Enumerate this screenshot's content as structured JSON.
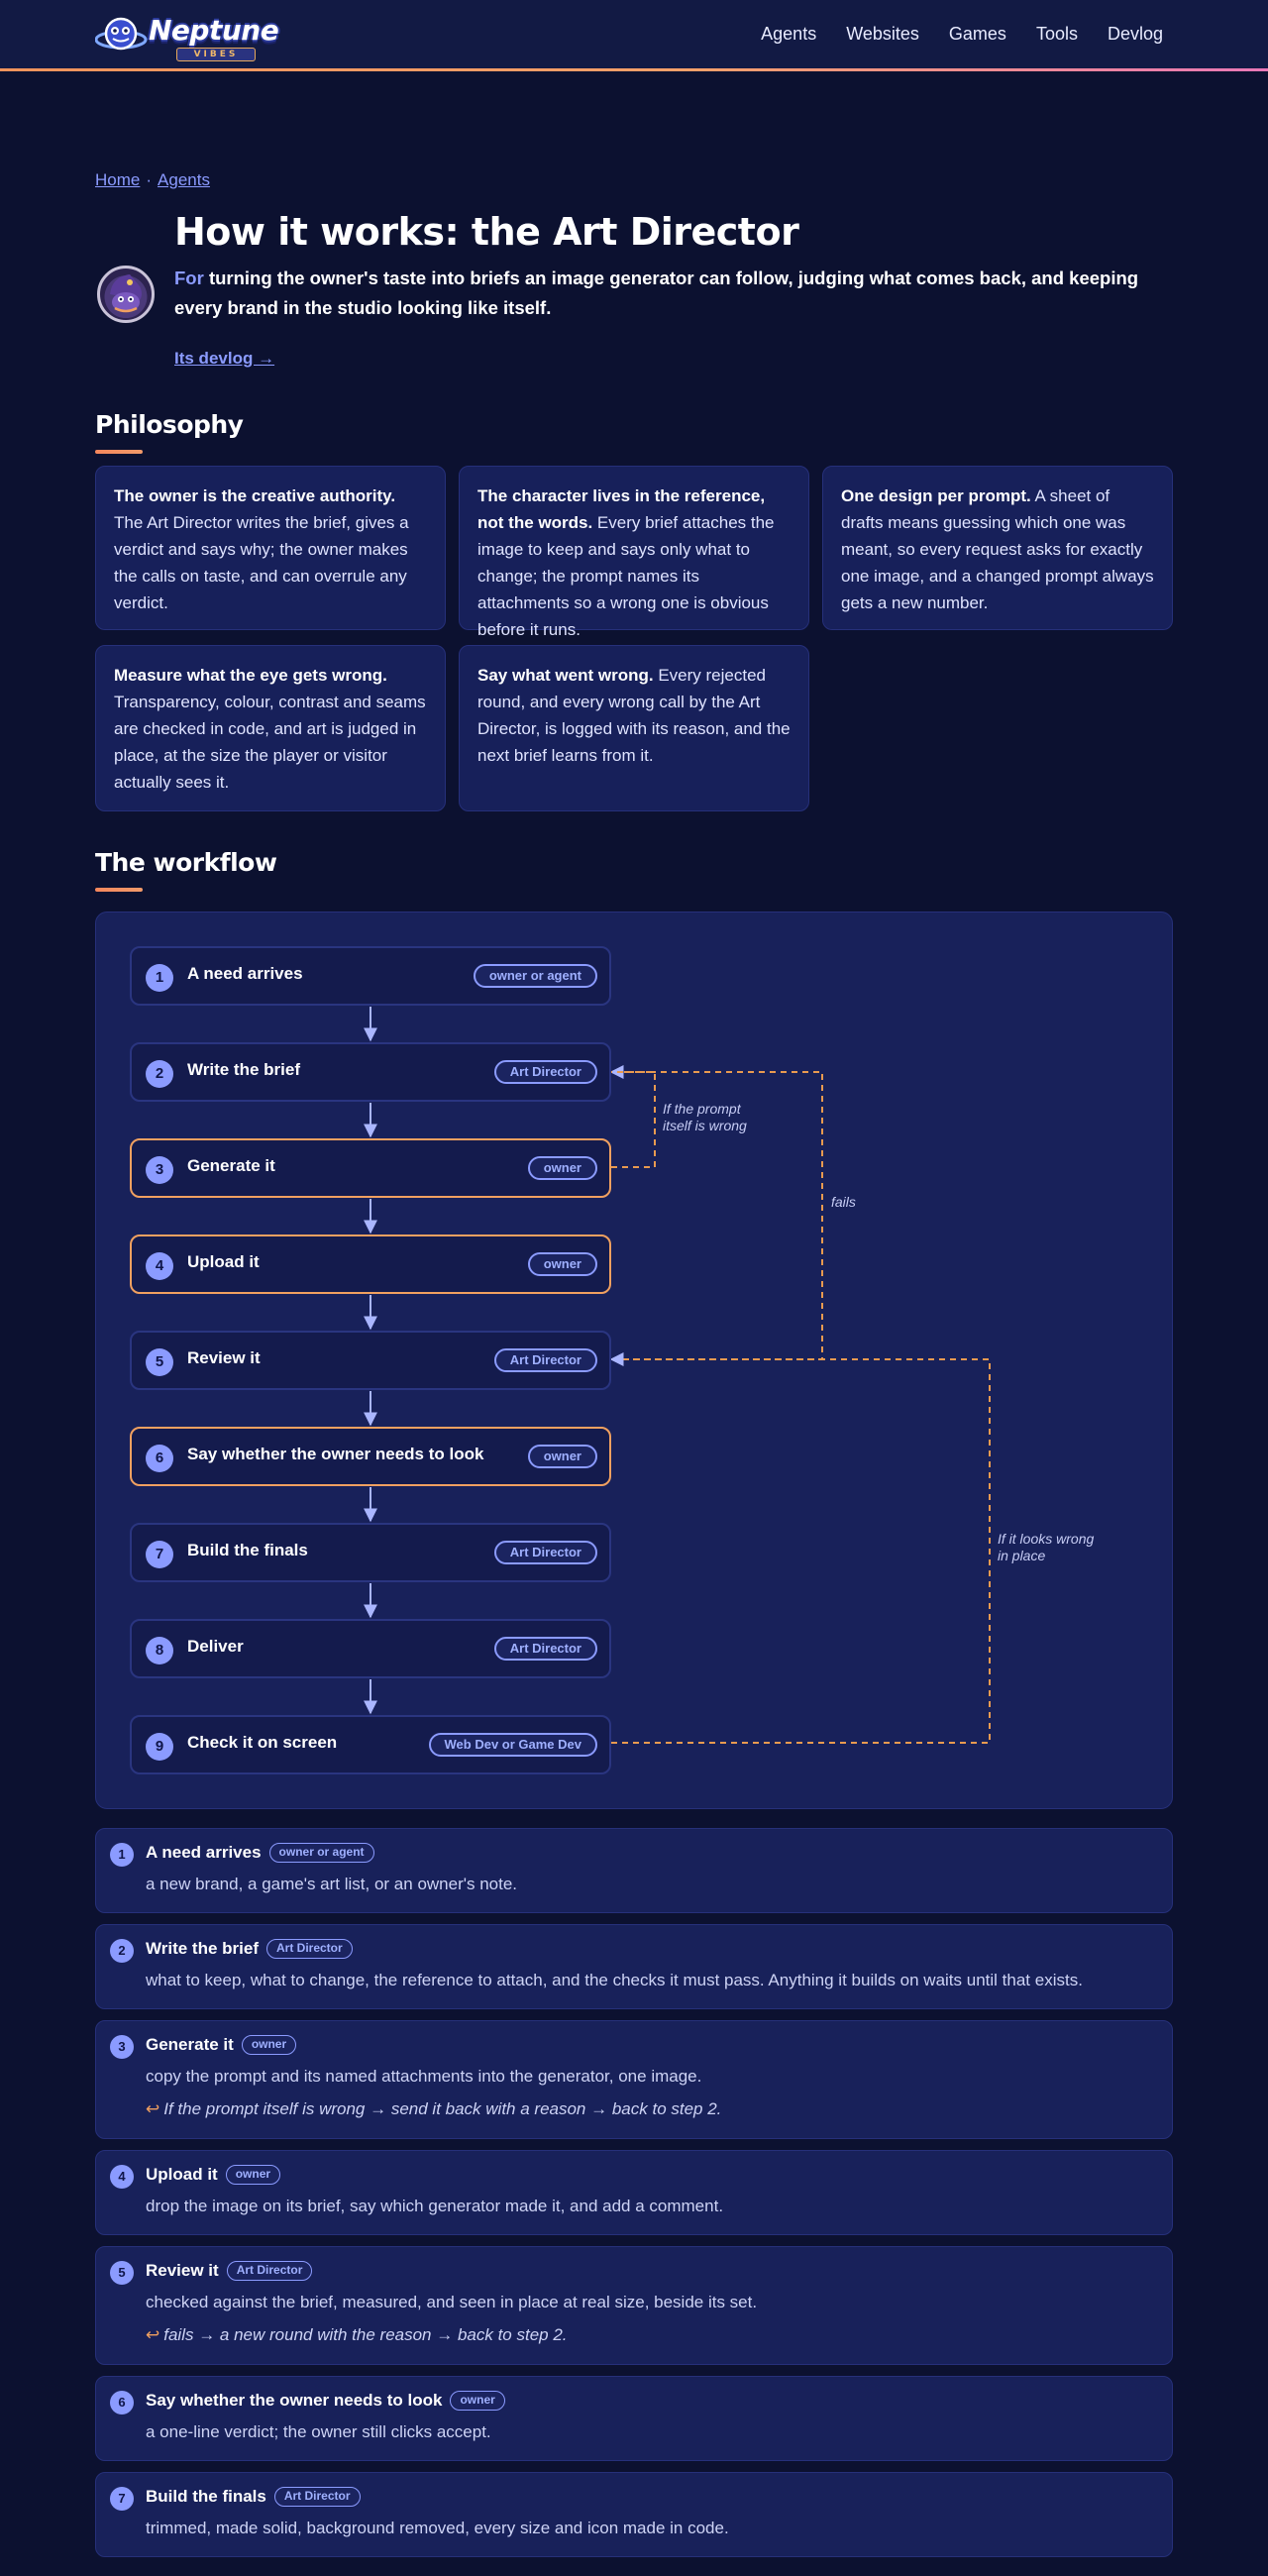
{
  "nav": {
    "logo_text": "Neptune",
    "logo_sub": "VIBES",
    "links": [
      "Agents",
      "Websites",
      "Games",
      "Tools",
      "Devlog"
    ]
  },
  "breadcrumb": {
    "home": "Home",
    "sep": "·",
    "agents": "Agents"
  },
  "hero": {
    "title": "How it works: the Art Director",
    "lead_for": "For",
    "lead_text": "turning the owner's taste into briefs an image generator can follow, judging what comes back, and keeping every brand in the studio looking like itself.",
    "devlog_link": "Its devlog →"
  },
  "philosophy": {
    "title": "Philosophy",
    "cards": [
      {
        "bold": "The owner is the creative authority.",
        "text": "The Art Director writes the brief, gives a verdict and says why; the owner makes the calls on taste, and can overrule any verdict."
      },
      {
        "bold": "The character lives in the reference, not the words.",
        "text": "Every brief attaches the image to keep and says only what to change; the prompt names its attachments so a wrong one is obvious before it runs."
      },
      {
        "bold": "One design per prompt.",
        "text": "A sheet of drafts means guessing which one was meant, so every request asks for exactly one image, and a changed prompt always gets a new number."
      },
      {
        "bold": "Measure what the eye gets wrong.",
        "text": "Transparency, colour, contrast and seams are checked in code, and art is judged in place, at the size the player or visitor actually sees it."
      },
      {
        "bold": "Say what went wrong.",
        "text": "Every rejected round, and every wrong call by the Art Director, is logged with its reason, and the next brief learns from it."
      }
    ]
  },
  "workflow": {
    "title": "The workflow",
    "steps": [
      {
        "num": "1",
        "label": "A need arrives",
        "role": "owner or agent",
        "owner": false
      },
      {
        "num": "2",
        "label": "Write the brief",
        "role": "Art Director",
        "owner": false
      },
      {
        "num": "3",
        "label": "Generate it",
        "role": "owner",
        "owner": true
      },
      {
        "num": "4",
        "label": "Upload it",
        "role": "owner",
        "owner": true
      },
      {
        "num": "5",
        "label": "Review it",
        "role": "Art Director",
        "owner": false
      },
      {
        "num": "6",
        "label": "Say whether the owner needs to look",
        "role": "owner",
        "owner": true
      },
      {
        "num": "7",
        "label": "Build the finals",
        "role": "Art Director",
        "owner": false
      },
      {
        "num": "8",
        "label": "Deliver",
        "role": "Art Director",
        "owner": false
      },
      {
        "num": "9",
        "label": "Check it on screen",
        "role": "Web Dev or Game Dev",
        "owner": false
      }
    ],
    "notes": {
      "prompt_wrong": [
        "If the prompt",
        "itself is wrong"
      ],
      "fails": "fails",
      "looks_wrong": [
        "If it looks wrong",
        "in place"
      ]
    },
    "colors": {
      "accent": "#8b9bff",
      "owner": "#f0a060",
      "loop": "#e89a50"
    }
  },
  "details": [
    {
      "num": "1",
      "title": "A need arrives",
      "badge": "owner or agent",
      "text": "a new brand, a game's art list, or an owner's note.",
      "loop": ""
    },
    {
      "num": "2",
      "title": "Write the brief",
      "badge": "Art Director",
      "text": "what to keep, what to change, the reference to attach, and the checks it must pass. Anything it builds on waits until that exists.",
      "loop": ""
    },
    {
      "num": "3",
      "title": "Generate it",
      "badge": "owner",
      "text": "copy the prompt and its named attachments into the generator, one image.",
      "loop": "If the prompt itself is wrong → send it back with a reason → back to step 2."
    },
    {
      "num": "4",
      "title": "Upload it",
      "badge": "owner",
      "text": "drop the image on its brief, say which generator made it, and add a comment.",
      "loop": ""
    },
    {
      "num": "5",
      "title": "Review it",
      "badge": "Art Director",
      "text": "checked against the brief, measured, and seen in place at real size, beside its set.",
      "loop": "fails → a new round with the reason → back to step 2."
    },
    {
      "num": "6",
      "title": "Say whether the owner needs to look",
      "badge": "owner",
      "text": "a one-line verdict; the owner still clicks accept.",
      "loop": ""
    },
    {
      "num": "7",
      "title": "Build the finals",
      "badge": "Art Director",
      "text": "trimmed, made solid, background removed, every size and icon made in code.",
      "loop": ""
    }
  ]
}
